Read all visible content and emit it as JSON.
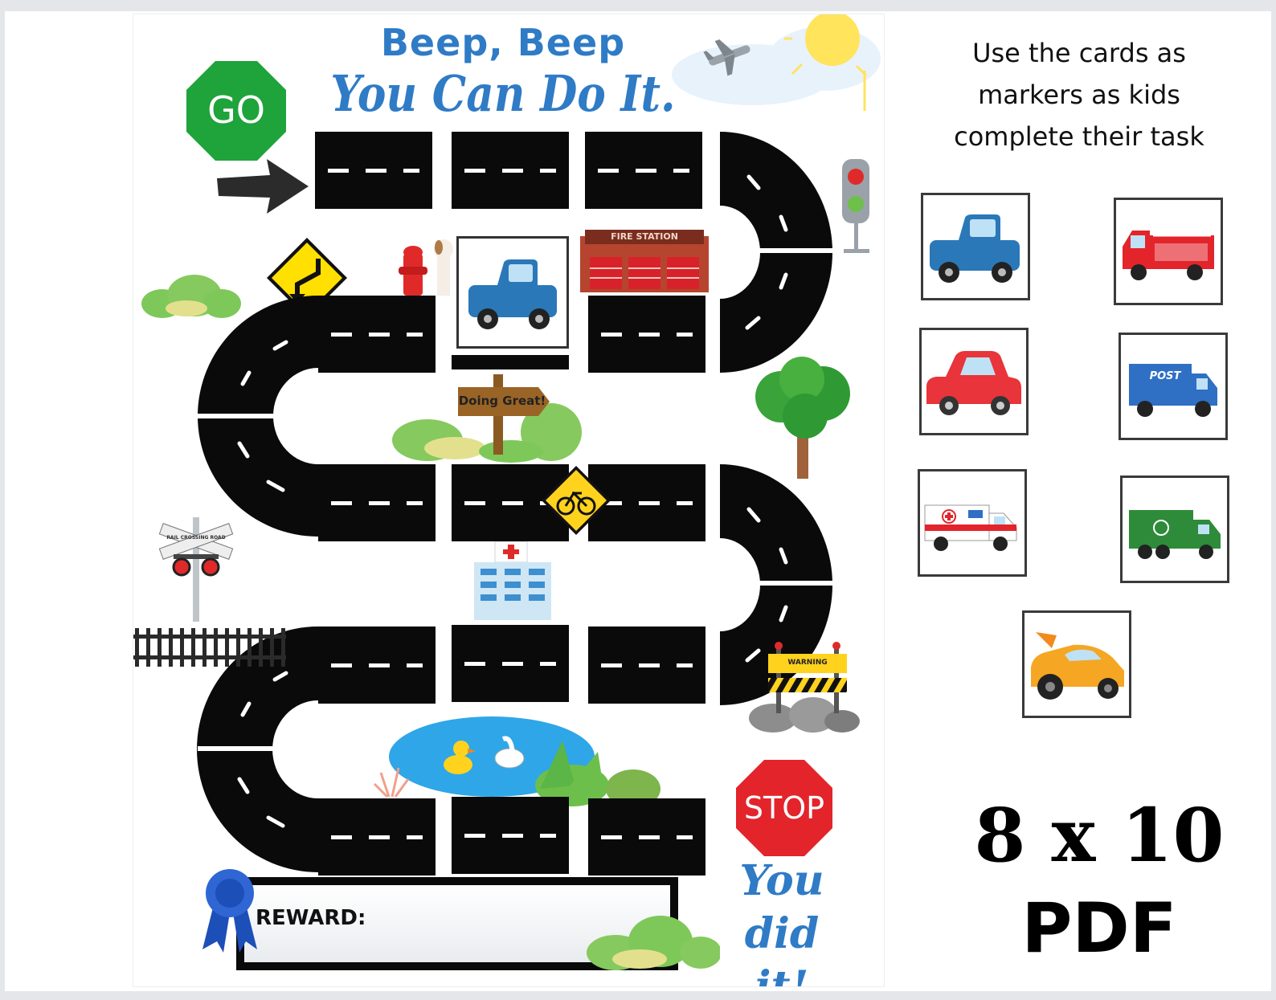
{
  "board": {
    "title_line1": "Beep, Beep",
    "title_line2": "You Can Do It.",
    "go_sign": "GO",
    "stop_sign": "STOP",
    "fire_station_sign": "FIRE STATION",
    "doing_great_sign": "Doing Great!",
    "warning_sign": "WARNING",
    "railroad_sign": "RAIL CROSSING ROAD",
    "reward_label": "REWARD:",
    "finish_line1": "You",
    "finish_line2": "did it!",
    "road_color": "#0a0a0a",
    "title_color": "#2f7bc6"
  },
  "markers": {
    "instructions": "Use the cards as markers as kids complete their task",
    "cards": [
      {
        "icon": "pickup-truck-icon"
      },
      {
        "icon": "fire-truck-icon"
      },
      {
        "icon": "car-icon"
      },
      {
        "icon": "mail-truck-icon",
        "label": "POST"
      },
      {
        "icon": "ambulance-icon"
      },
      {
        "icon": "garbage-truck-icon"
      },
      {
        "icon": "race-car-icon"
      }
    ]
  },
  "product": {
    "size": "8 x 10",
    "format": "PDF"
  }
}
